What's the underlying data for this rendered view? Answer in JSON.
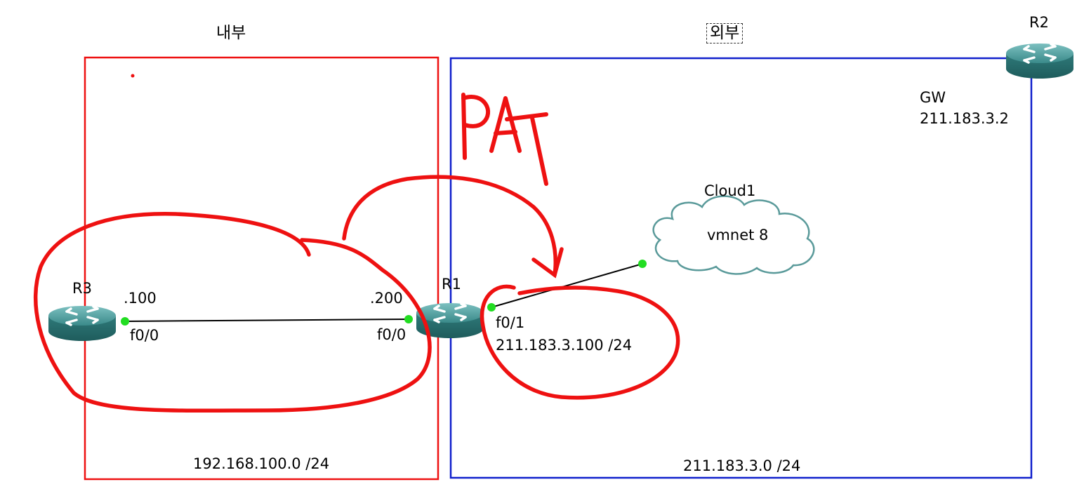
{
  "zones": {
    "inside": {
      "title": "내부",
      "network": "192.168.100.0 /24",
      "color": "#ee1111"
    },
    "outside": {
      "title": "외부",
      "network": "211.183.3.0 /24",
      "color": "#1020cc"
    }
  },
  "nodes": {
    "r3": {
      "name": "R3",
      "ip_suffix": ".100",
      "interface": "f0/0",
      "icon": "router-icon"
    },
    "r1": {
      "name": "R1",
      "inside_ip_suffix": ".200",
      "inside_interface": "f0/0",
      "outside_interface": "f0/1",
      "outside_ip": "211.183.3.100 /24",
      "icon": "router-icon"
    },
    "r2": {
      "name": "R2",
      "role": "GW",
      "ip": "211.183.3.2",
      "icon": "router-icon"
    },
    "cloud1": {
      "name": "Cloud1",
      "label": "vmnet 8",
      "icon": "cloud-icon"
    }
  },
  "annotation": {
    "text": "PAT",
    "color": "#ee1111"
  },
  "colors": {
    "router": "#3d8e8e",
    "link_dot": "#22dd22",
    "link": "#000000"
  }
}
